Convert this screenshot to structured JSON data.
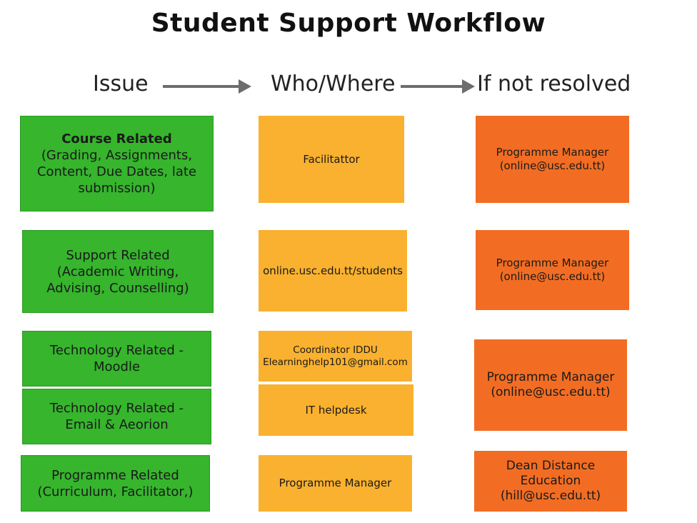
{
  "title": "Student Support Workflow",
  "headers": {
    "issue": "Issue",
    "who_where": "Who/Where",
    "if_not_resolved": "If not resolved"
  },
  "colors": {
    "issue_box": "#36b52d",
    "who_box": "#f9b12f",
    "escalation_box": "#f26d23",
    "arrow": "#6d6d6d"
  },
  "issues": [
    {
      "heading": "Course Related",
      "detail": [
        "(Grading, Assignments,",
        "Content, Due Dates, late",
        "submission)"
      ]
    },
    {
      "lines": [
        "Support Related",
        "(Academic Writing,",
        "Advising, Counselling)"
      ]
    },
    {
      "lines": [
        "Technology Related -",
        "Moodle"
      ]
    },
    {
      "lines": [
        "Technology Related -",
        "Email & Aeorion"
      ]
    },
    {
      "lines": [
        "Programme Related",
        "(Curriculum, Facilitator,)"
      ]
    }
  ],
  "who_where": [
    {
      "lines": [
        "Facilitattor"
      ]
    },
    {
      "lines": [
        "online.usc.edu.tt/students"
      ]
    },
    {
      "lines": [
        "Coordinator IDDU",
        "Elearninghelp101@gmail.com"
      ]
    },
    {
      "lines": [
        "IT helpdesk"
      ]
    },
    {
      "lines": [
        "Programme Manager"
      ]
    }
  ],
  "escalations": [
    {
      "lines": [
        "Programme Manager",
        "(online@usc.edu.tt)"
      ]
    },
    {
      "lines": [
        "Programme Manager",
        "(online@usc.edu.tt)"
      ]
    },
    {
      "lines": [
        "Programme Manager",
        "(online@usc.edu.tt)"
      ]
    },
    {
      "lines": [
        "Dean Distance",
        "Education",
        "(hill@usc.edu.tt)"
      ]
    }
  ]
}
